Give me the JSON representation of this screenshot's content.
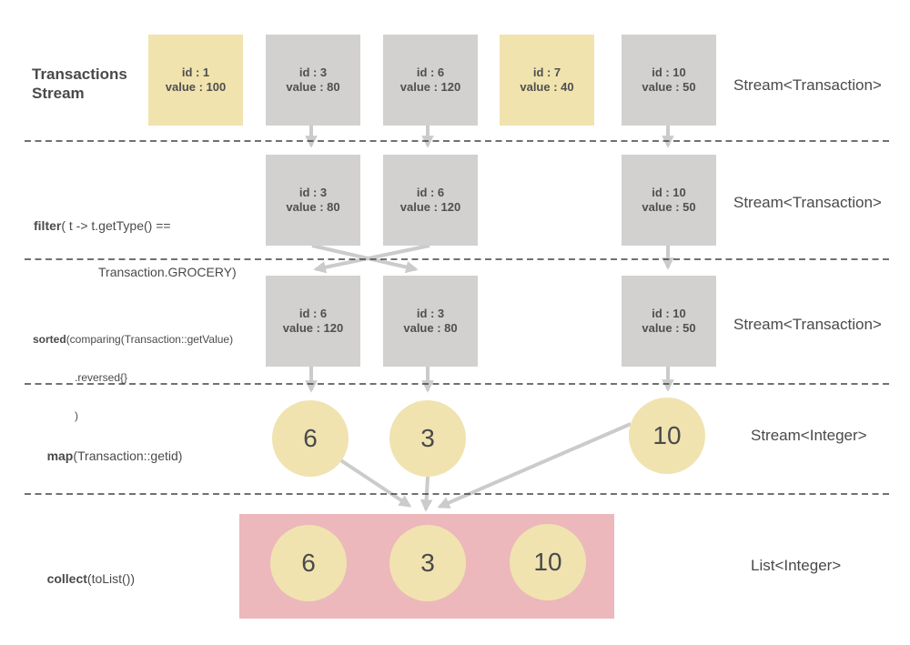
{
  "colors": {
    "highlight_yellow": "#f0e3ae",
    "box_gray": "#d2d1d0",
    "collect_pink": "#ecb8bb",
    "arrow_gray": "#cbcbcb",
    "dash_line": "#424242",
    "text_dark": "#4a4a4a"
  },
  "source": {
    "title_line1": "Transactions",
    "title_line2": "Stream",
    "type": "Stream<Transaction>",
    "items": [
      {
        "id": "id : 1",
        "value": "value : 100",
        "grocery": false
      },
      {
        "id": "id : 3",
        "value": "value : 80",
        "grocery": true
      },
      {
        "id": "id : 6",
        "value": "value : 120",
        "grocery": true
      },
      {
        "id": "id : 7",
        "value": "value : 40",
        "grocery": false
      },
      {
        "id": "id : 10",
        "value": "value : 50",
        "grocery": true
      }
    ]
  },
  "filter": {
    "op": "filter",
    "args_line1": "( t -> t.getType() ==",
    "args_line2": "Transaction.GROCERY)",
    "type": "Stream<Transaction>",
    "items": [
      {
        "id": "id : 3",
        "value": "value : 80"
      },
      {
        "id": "id : 6",
        "value": "value : 120"
      },
      {
        "id": "id : 10",
        "value": "value : 50"
      }
    ]
  },
  "sorted": {
    "op": "sorted",
    "args_line1": "(comparing(Transaction::getValue)",
    "args_line2": ".reversed{}",
    "args_line3": ")",
    "type": "Stream<Transaction>",
    "items": [
      {
        "id": "id : 6",
        "value": "value : 120"
      },
      {
        "id": "id : 3",
        "value": "value : 80"
      },
      {
        "id": "id : 10",
        "value": "value : 50"
      }
    ]
  },
  "map": {
    "op": "map",
    "args": "(Transaction::getid)",
    "type": "Stream<Integer>",
    "items": [
      "6",
      "3",
      "10"
    ]
  },
  "collect": {
    "op": "collect",
    "args": "(toList())",
    "type": "List<Integer>",
    "items": [
      "6",
      "3",
      "10"
    ]
  }
}
